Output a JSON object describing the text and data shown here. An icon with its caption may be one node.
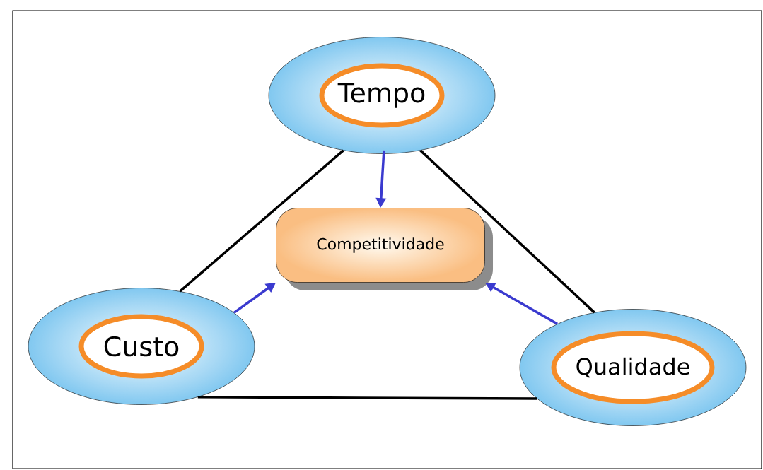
{
  "diagram": {
    "nodes": [
      {
        "text": [
          "Tempo"
        ]
      },
      {
        "text": [
          "Custo"
        ]
      },
      {
        "text": [
          "Competitividade"
        ]
      },
      {
        "text": [
          "Qualidade"
        ]
      }
    ],
    "edges": [
      {
        "from": 0,
        "to": 1,
        "arrow": "none"
      },
      {
        "from": 0,
        "to": 3,
        "arrow": "none"
      },
      {
        "from": 1,
        "to": 3,
        "arrow": "none"
      },
      {
        "from": 0,
        "to": 2,
        "arrow": "to",
        "color": "#3a3acf"
      },
      {
        "from": 1,
        "to": 2,
        "arrow": "to",
        "color": "#3a3acf"
      },
      {
        "from": 3,
        "to": 2,
        "arrow": "to",
        "color": "#3a3acf"
      }
    ]
  }
}
